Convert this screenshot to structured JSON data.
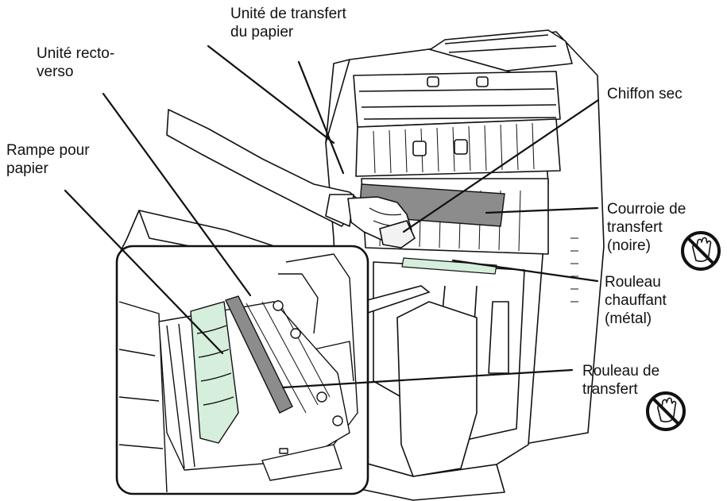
{
  "labels": {
    "paper_transfer_unit": [
      "Unité de transfert",
      "du papier"
    ],
    "duplex_unit": [
      "Unité recto-",
      "verso"
    ],
    "paper_chute": [
      "Rampe pour",
      "papier"
    ],
    "dry_cloth": [
      "Chiffon sec"
    ],
    "transfer_belt": [
      "Courroie de",
      "transfert",
      "(noire)"
    ],
    "heat_roller": [
      "Rouleau",
      "chauffant",
      "(métal)"
    ],
    "transfer_roller": [
      "Rouleau de",
      "transfert"
    ]
  },
  "icons": {
    "belt_warning": "no-touch-hand-icon",
    "roller_warning": "no-touch-hand-icon"
  },
  "colors": {
    "highlight_green": "#d6eedc",
    "belt_gray": "#8c8c8c",
    "line": "#111111"
  }
}
